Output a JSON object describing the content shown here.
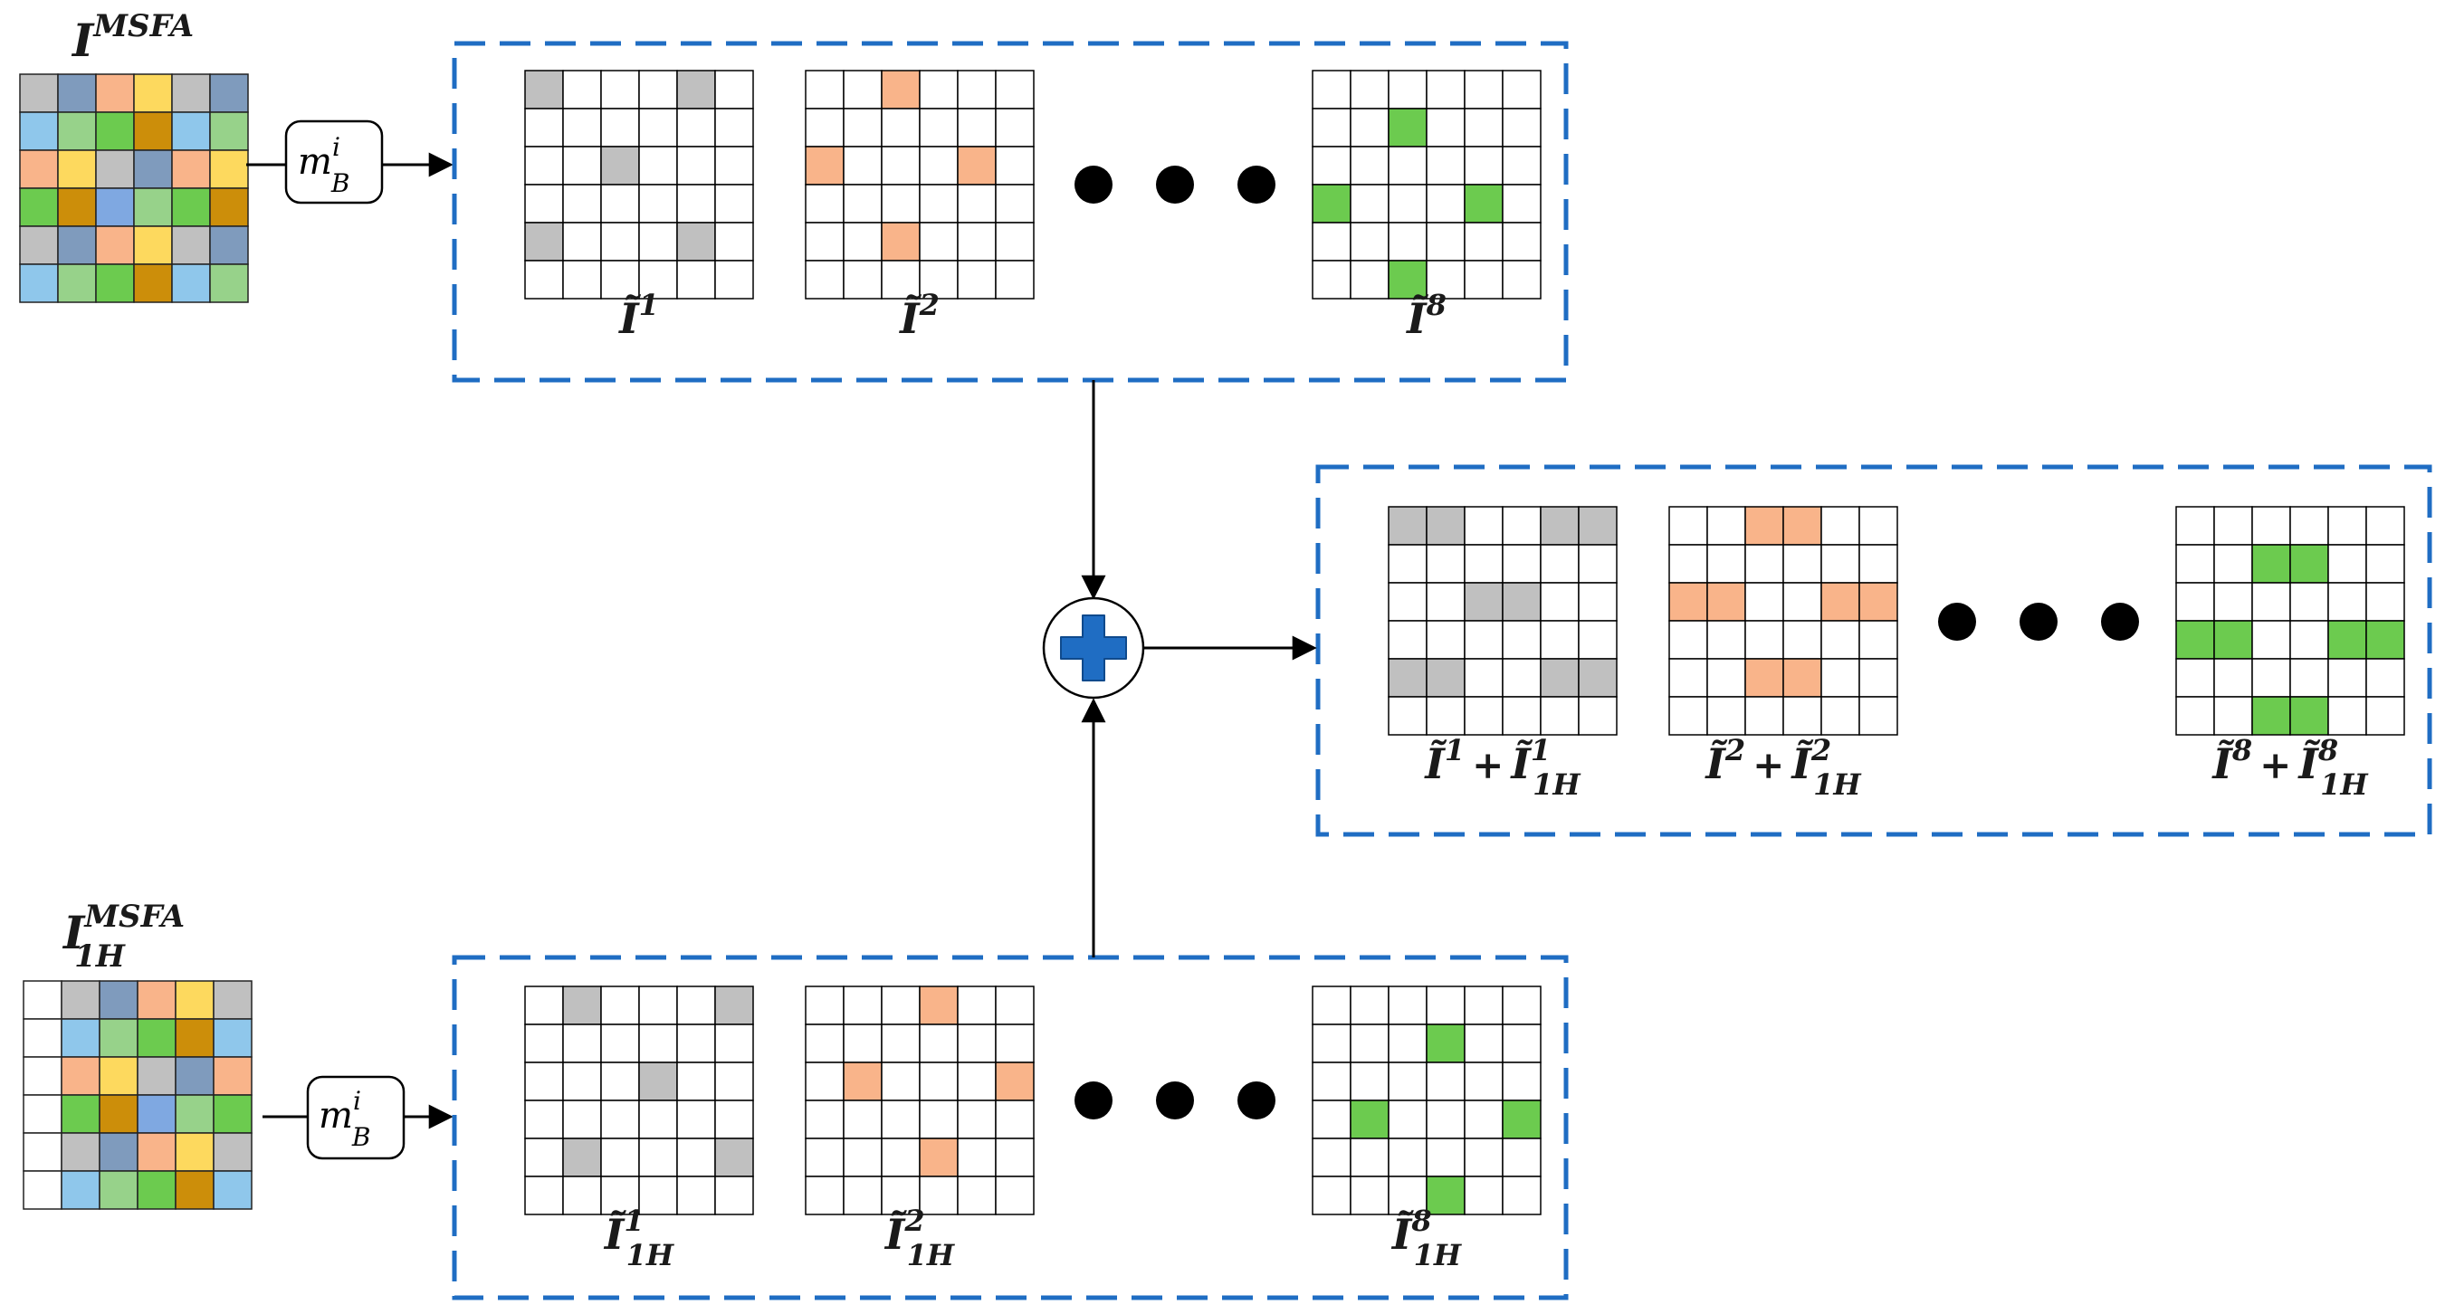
{
  "colors": {
    "gray": "#C0C0C0",
    "slate": "#7F9BBD",
    "salmon": "#F9B48A",
    "yellow": "#FDD95E",
    "cornflower": "#7FA8E1",
    "lightgreen": "#97D28A",
    "green": "#6CCB4F",
    "ochre": "#CC8E0A",
    "lightblue": "#8FC7EB",
    "grid_line": "#000000",
    "dashed_box": "#1F6DC3",
    "plus_icon": "#1F6DC3",
    "dot": "#000000"
  },
  "mosaic_top": {
    "title": "I",
    "sup": "MSFA",
    "sub": "",
    "rows": [
      [
        "gray",
        "slate",
        "salmon",
        "yellow",
        "gray",
        "slate"
      ],
      [
        "lightblue",
        "lightgreen",
        "green",
        "ochre",
        "lightblue",
        "lightgreen"
      ],
      [
        "salmon",
        "yellow",
        "gray",
        "slate",
        "salmon",
        "yellow"
      ],
      [
        "green",
        "ochre",
        "cornflower",
        "lightgreen",
        "green",
        "ochre"
      ],
      [
        "gray",
        "slate",
        "salmon",
        "yellow",
        "gray",
        "slate"
      ],
      [
        "lightblue",
        "lightgreen",
        "green",
        "ochre",
        "lightblue",
        "lightgreen"
      ]
    ]
  },
  "mosaic_bottom": {
    "title": "I",
    "sup": "MSFA",
    "sub": "1H",
    "rows": [
      [
        "",
        "gray",
        "slate",
        "salmon",
        "yellow",
        "gray"
      ],
      [
        "",
        "lightblue",
        "lightgreen",
        "green",
        "ochre",
        "lightblue"
      ],
      [
        "",
        "salmon",
        "yellow",
        "gray",
        "slate",
        "salmon"
      ],
      [
        "",
        "green",
        "ochre",
        "cornflower",
        "lightgreen",
        "green"
      ],
      [
        "",
        "gray",
        "slate",
        "salmon",
        "yellow",
        "gray"
      ],
      [
        "",
        "lightblue",
        "lightgreen",
        "green",
        "ochre",
        "lightblue"
      ]
    ]
  },
  "mask_op": {
    "base": "m",
    "sup": "i",
    "sub": "B"
  },
  "top_group": {
    "grids": [
      {
        "label": {
          "base": "Ĩ",
          "sup": "1",
          "sub": ""
        },
        "color": "gray",
        "cells": [
          [
            0,
            0
          ],
          [
            0,
            4
          ],
          [
            2,
            2
          ],
          [
            4,
            0
          ],
          [
            4,
            4
          ]
        ]
      },
      {
        "label": {
          "base": "Ĩ",
          "sup": "2",
          "sub": ""
        },
        "color": "salmon",
        "cells": [
          [
            0,
            2
          ],
          [
            2,
            0
          ],
          [
            2,
            4
          ],
          [
            4,
            2
          ]
        ]
      },
      {
        "label": {
          "base": "Ĩ",
          "sup": "8",
          "sub": ""
        },
        "color": "green",
        "cells": [
          [
            1,
            2
          ],
          [
            3,
            0
          ],
          [
            3,
            4
          ],
          [
            5,
            2
          ]
        ]
      }
    ]
  },
  "bottom_group": {
    "grids": [
      {
        "label": {
          "base": "Ĩ",
          "sup": "1",
          "sub": "1H"
        },
        "color": "gray",
        "cells": [
          [
            0,
            1
          ],
          [
            0,
            5
          ],
          [
            2,
            3
          ],
          [
            4,
            1
          ],
          [
            4,
            5
          ]
        ]
      },
      {
        "label": {
          "base": "Ĩ",
          "sup": "2",
          "sub": "1H"
        },
        "color": "salmon",
        "cells": [
          [
            0,
            3
          ],
          [
            2,
            1
          ],
          [
            2,
            5
          ],
          [
            4,
            3
          ]
        ]
      },
      {
        "label": {
          "base": "Ĩ",
          "sup": "8",
          "sub": "1H"
        },
        "color": "green",
        "cells": [
          [
            1,
            3
          ],
          [
            3,
            1
          ],
          [
            3,
            5
          ],
          [
            5,
            3
          ]
        ]
      }
    ]
  },
  "sum_group": {
    "grids": [
      {
        "label": {
          "a_base": "Ĩ",
          "a_sup": "1",
          "op": "+",
          "b_base": "Ĩ",
          "b_sup": "1",
          "b_sub": "1H"
        },
        "color": "gray",
        "cells": [
          [
            0,
            0
          ],
          [
            0,
            1
          ],
          [
            0,
            4
          ],
          [
            0,
            5
          ],
          [
            2,
            2
          ],
          [
            2,
            3
          ],
          [
            4,
            0
          ],
          [
            4,
            1
          ],
          [
            4,
            4
          ],
          [
            4,
            5
          ]
        ]
      },
      {
        "label": {
          "a_base": "Ĩ",
          "a_sup": "2",
          "op": "+",
          "b_base": "Ĩ",
          "b_sup": "2",
          "b_sub": "1H"
        },
        "color": "salmon",
        "cells": [
          [
            0,
            2
          ],
          [
            0,
            3
          ],
          [
            2,
            0
          ],
          [
            2,
            1
          ],
          [
            2,
            4
          ],
          [
            2,
            5
          ],
          [
            4,
            2
          ],
          [
            4,
            3
          ]
        ]
      },
      {
        "label": {
          "a_base": "Ĩ",
          "a_sup": "8",
          "op": "+",
          "b_base": "Ĩ",
          "b_sup": "8",
          "b_sub": "1H"
        },
        "color": "green",
        "cells": [
          [
            1,
            2
          ],
          [
            1,
            3
          ],
          [
            3,
            0
          ],
          [
            3,
            1
          ],
          [
            3,
            4
          ],
          [
            3,
            5
          ],
          [
            5,
            2
          ],
          [
            5,
            3
          ]
        ]
      }
    ]
  }
}
